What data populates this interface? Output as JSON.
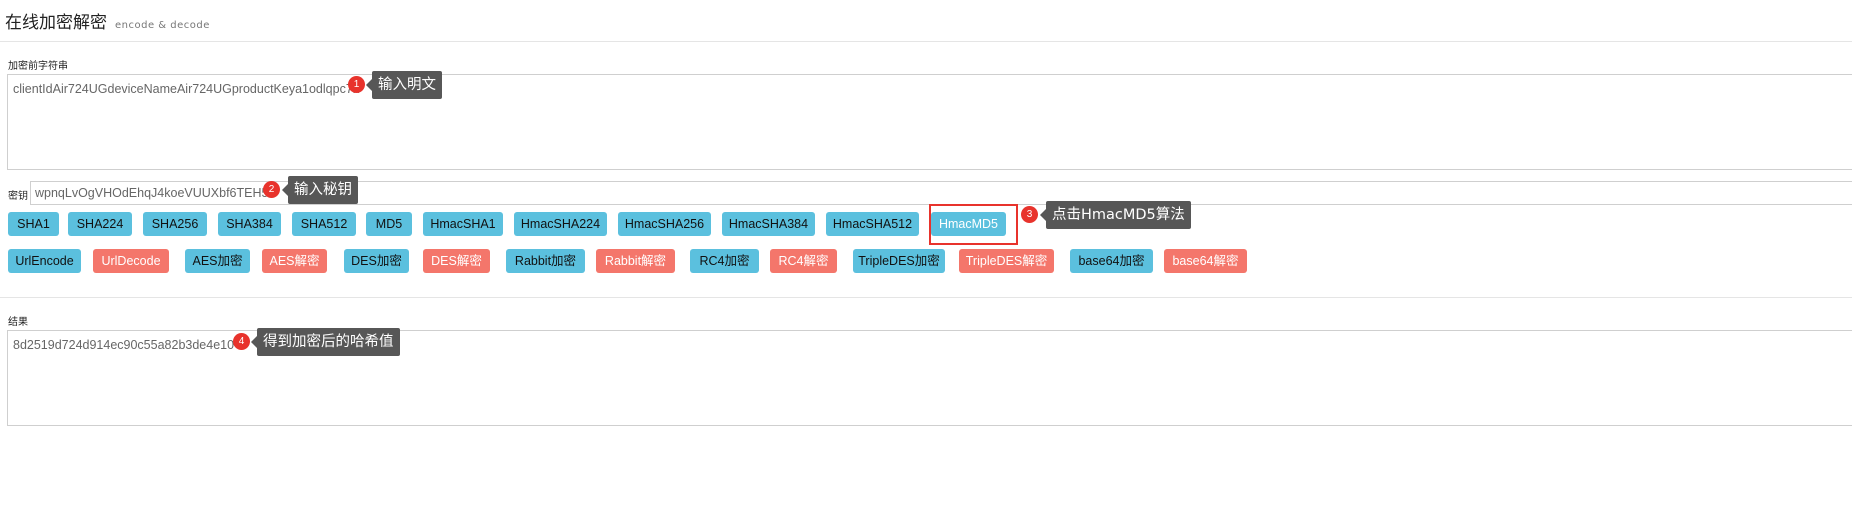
{
  "header": {
    "title": "在线加密解密",
    "subtitle": "encode & decode"
  },
  "input_section": {
    "label": "加密前字符串",
    "value": "clientIdAir724UGdeviceNameAir724UGproductKeya1odlqpc7l7"
  },
  "key_section": {
    "label": "密钥",
    "value": "wpnqLvOgVHOdEhqJ4koeVUUXbf6TEH59"
  },
  "buttons_row1": [
    "SHA1",
    "SHA224",
    "SHA256",
    "SHA384",
    "SHA512",
    "MD5",
    "HmacSHA1",
    "HmacSHA224",
    "HmacSHA256",
    "HmacSHA384",
    "HmacSHA512",
    "HmacMD5"
  ],
  "buttons_row2": [
    "UrlEncode",
    "UrlDecode",
    "AES加密",
    "AES解密",
    "DES加密",
    "DES解密",
    "Rabbit加密",
    "Rabbit解密",
    "RC4加密",
    "RC4解密",
    "TripleDES加密",
    "TripleDES解密",
    "base64加密",
    "base64解密"
  ],
  "result_section": {
    "label": "结果",
    "value": "8d2519d724d914ec90c55a82b3de4e10"
  },
  "annotations": [
    {
      "number": "1",
      "text": "输入明文"
    },
    {
      "number": "2",
      "text": "输入秘钥"
    },
    {
      "number": "3",
      "text": "点击HmacMD5算法"
    },
    {
      "number": "4",
      "text": "得到加密后的哈希值"
    }
  ],
  "colors": {
    "button_blue": "#5bc0de",
    "button_red": "#f4766b",
    "badge_red": "#e8332c",
    "callout_gray": "#575757"
  }
}
